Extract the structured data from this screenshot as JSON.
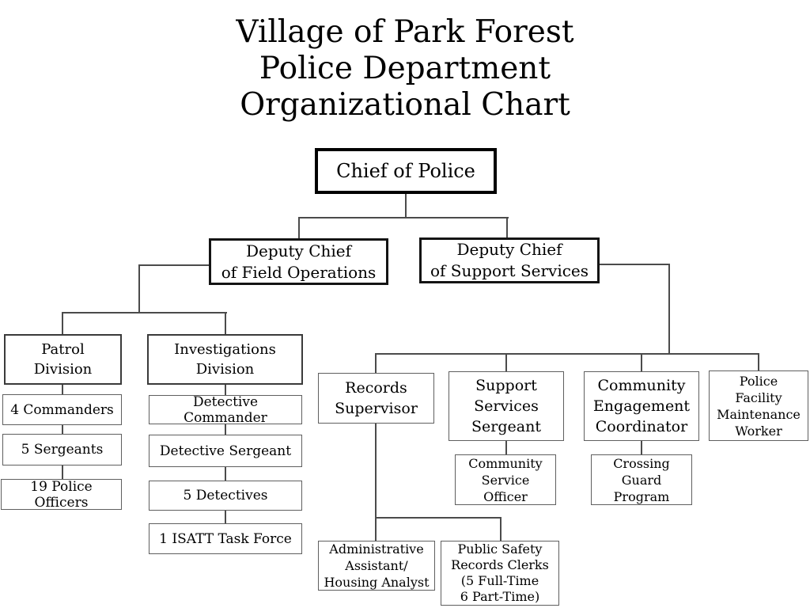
{
  "title": {
    "text": "Village of Park Forest\nPolice Department\nOrganizational Chart"
  },
  "colors": {
    "background": "#ffffff",
    "text": "#000000",
    "chief_border": "#000000",
    "deputy_border": "#141414",
    "box_border": "#5f5f5f",
    "connector_line": "#4b4b4b"
  },
  "org": {
    "label": "Chief of Police",
    "children": [
      {
        "label": "Deputy Chief\nof Field Operations",
        "children": [
          {
            "label": "Patrol\nDivision",
            "children": [
              {
                "label": "4 Commanders"
              },
              {
                "label": "5 Sergeants"
              },
              {
                "label": "19 Police Officers"
              }
            ]
          },
          {
            "label": "Investigations\nDivision",
            "children": [
              {
                "label": "Detective Commander"
              },
              {
                "label": "Detective Sergeant"
              },
              {
                "label": "5 Detectives"
              },
              {
                "label": "1 ISATT Task Force"
              }
            ]
          }
        ]
      },
      {
        "label": "Deputy Chief\nof Support Services",
        "children": [
          {
            "label": "Records\nSupervisor",
            "children": [
              {
                "label": "Administrative\nAssistant/\nHousing Analyst"
              },
              {
                "label": "Public Safety\nRecords Clerks\n(5 Full-Time\n6 Part-Time)"
              }
            ]
          },
          {
            "label": "Support\nServices\nSergeant",
            "children": [
              {
                "label": "Community\nService\nOfficer"
              }
            ]
          },
          {
            "label": "Community\nEngagement\nCoordinator",
            "children": [
              {
                "label": "Crossing\nGuard\nProgram"
              }
            ]
          },
          {
            "label": "Police\nFacility\nMaintenance\nWorker",
            "children": []
          }
        ]
      }
    ]
  }
}
